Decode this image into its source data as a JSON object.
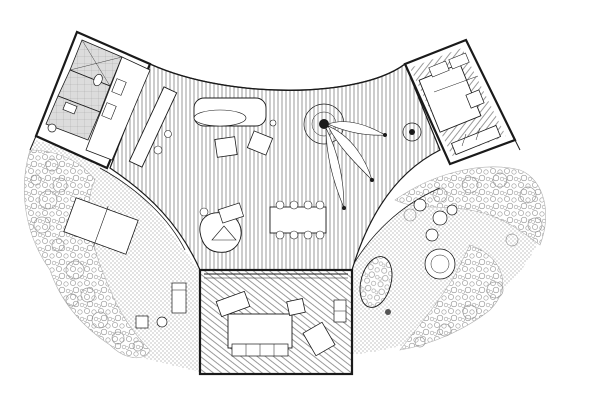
{
  "drawing": {
    "colors": {
      "line": "#1a1a1a",
      "wall": "#222222",
      "paper": "#ffffff",
      "floor": "#d9d9d9",
      "foliage": "#b5b5b5",
      "foliage_dark": "#8f8f8f",
      "stipple": "#c8c8c8"
    },
    "rooms": [
      "bathroom",
      "bedroom",
      "living-room",
      "deck"
    ],
    "furniture": [
      "kitchen-counter",
      "dining-table",
      "lounge-chair",
      "sofa",
      "bed",
      "coffee-table",
      "floor-lamp",
      "shower",
      "toilet",
      "sink"
    ]
  }
}
